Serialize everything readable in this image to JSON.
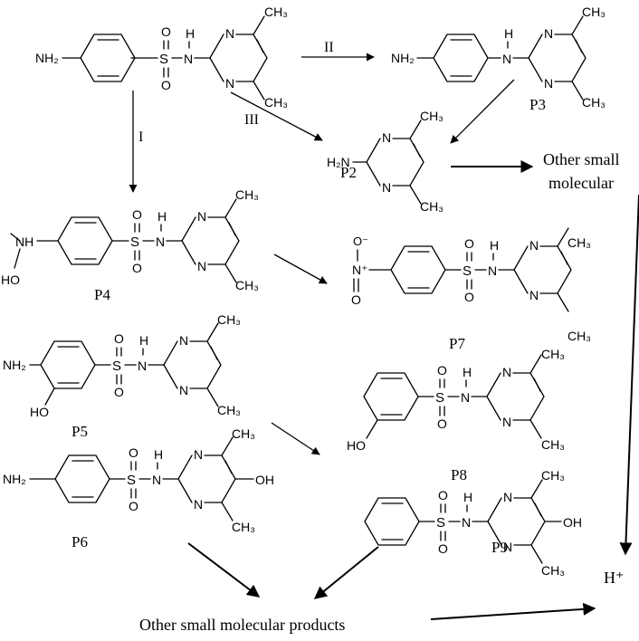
{
  "labels": {
    "route1": "I",
    "route2": "II",
    "route3": "III",
    "p2": "P2",
    "p3": "P3",
    "p4": "P4",
    "p5": "P5",
    "p6": "P6",
    "p7": "P7",
    "p8": "P8",
    "p9": "P9",
    "other_small_1": "Other small",
    "other_small_2": "molecular",
    "other_products": "Other small molecular products",
    "h_plus": "H⁺"
  },
  "atoms": {
    "nh2": "NH₂",
    "h2n": "H₂N",
    "nh": "NH",
    "ho": "HO",
    "oh": "OH",
    "o": "O",
    "o_minus": "O⁻",
    "n_plus": "N⁺",
    "s": "S",
    "n": "N",
    "h": "H",
    "ch3": "CH₃"
  }
}
